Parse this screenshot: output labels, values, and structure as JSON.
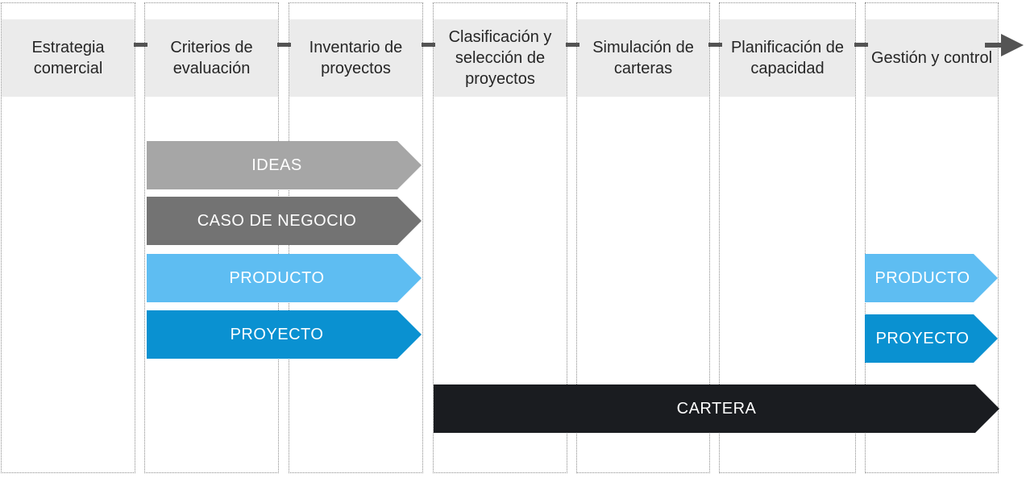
{
  "stages": [
    {
      "label": "Estrategia comercial"
    },
    {
      "label": "Criterios de evaluación"
    },
    {
      "label": "Inventario de proyectos"
    },
    {
      "label": "Clasificación y selección de proyectos"
    },
    {
      "label": "Simulación de carteras"
    },
    {
      "label": "Planificación de capacidad"
    },
    {
      "label": "Gestión y control"
    }
  ],
  "tracks": {
    "ideas": {
      "label": "IDEAS",
      "color": "#a6a6a6"
    },
    "caso_negocio": {
      "label": "CASO DE NEGOCIO",
      "color": "#737373"
    },
    "producto_left": {
      "label": "PRODUCTO",
      "color": "#5ebdf2"
    },
    "proyecto_left": {
      "label": "PROYECTO",
      "color": "#0a91d1"
    },
    "producto_right": {
      "label": "PRODUCTO",
      "color": "#5ebdf2"
    },
    "proyecto_right": {
      "label": "PROYECTO",
      "color": "#0a91d1"
    },
    "cartera": {
      "label": "CARTERA",
      "color": "#1a1c20"
    }
  },
  "colors": {
    "background": "#ffffff",
    "stage_header_bg": "#ebebeb",
    "stage_header_text": "#262626",
    "connector": "#545454",
    "arrow_text": "#ffffff",
    "lane_border": "#8a8a8a"
  }
}
